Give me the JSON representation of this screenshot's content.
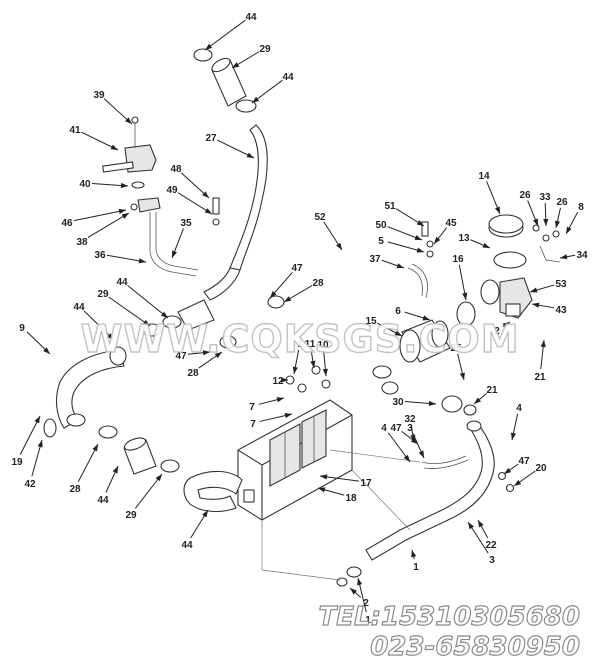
{
  "diagram": {
    "callouts": [
      "44",
      "29",
      "44",
      "39",
      "41",
      "27",
      "40",
      "48",
      "49",
      "46",
      "38",
      "35",
      "36",
      "47",
      "28",
      "51",
      "50",
      "45",
      "5",
      "37",
      "14",
      "26",
      "33",
      "26",
      "8",
      "13",
      "34",
      "16",
      "6",
      "53",
      "2",
      "43",
      "15",
      "52",
      "44",
      "29",
      "9",
      "44",
      "47",
      "28",
      "11",
      "10",
      "1",
      "12",
      "7",
      "7",
      "30",
      "21",
      "32",
      "3",
      "4",
      "47",
      "20",
      "19",
      "42",
      "28",
      "44",
      "29",
      "44",
      "18",
      "17",
      "47",
      "4",
      "3",
      "22",
      "1",
      "1",
      "2",
      "21",
      "25",
      "3"
    ],
    "watermark": "WWW.CQKSGS.COM",
    "phone_line_1": "TEL:15310305680",
    "phone_line_2": "023-65830950"
  }
}
